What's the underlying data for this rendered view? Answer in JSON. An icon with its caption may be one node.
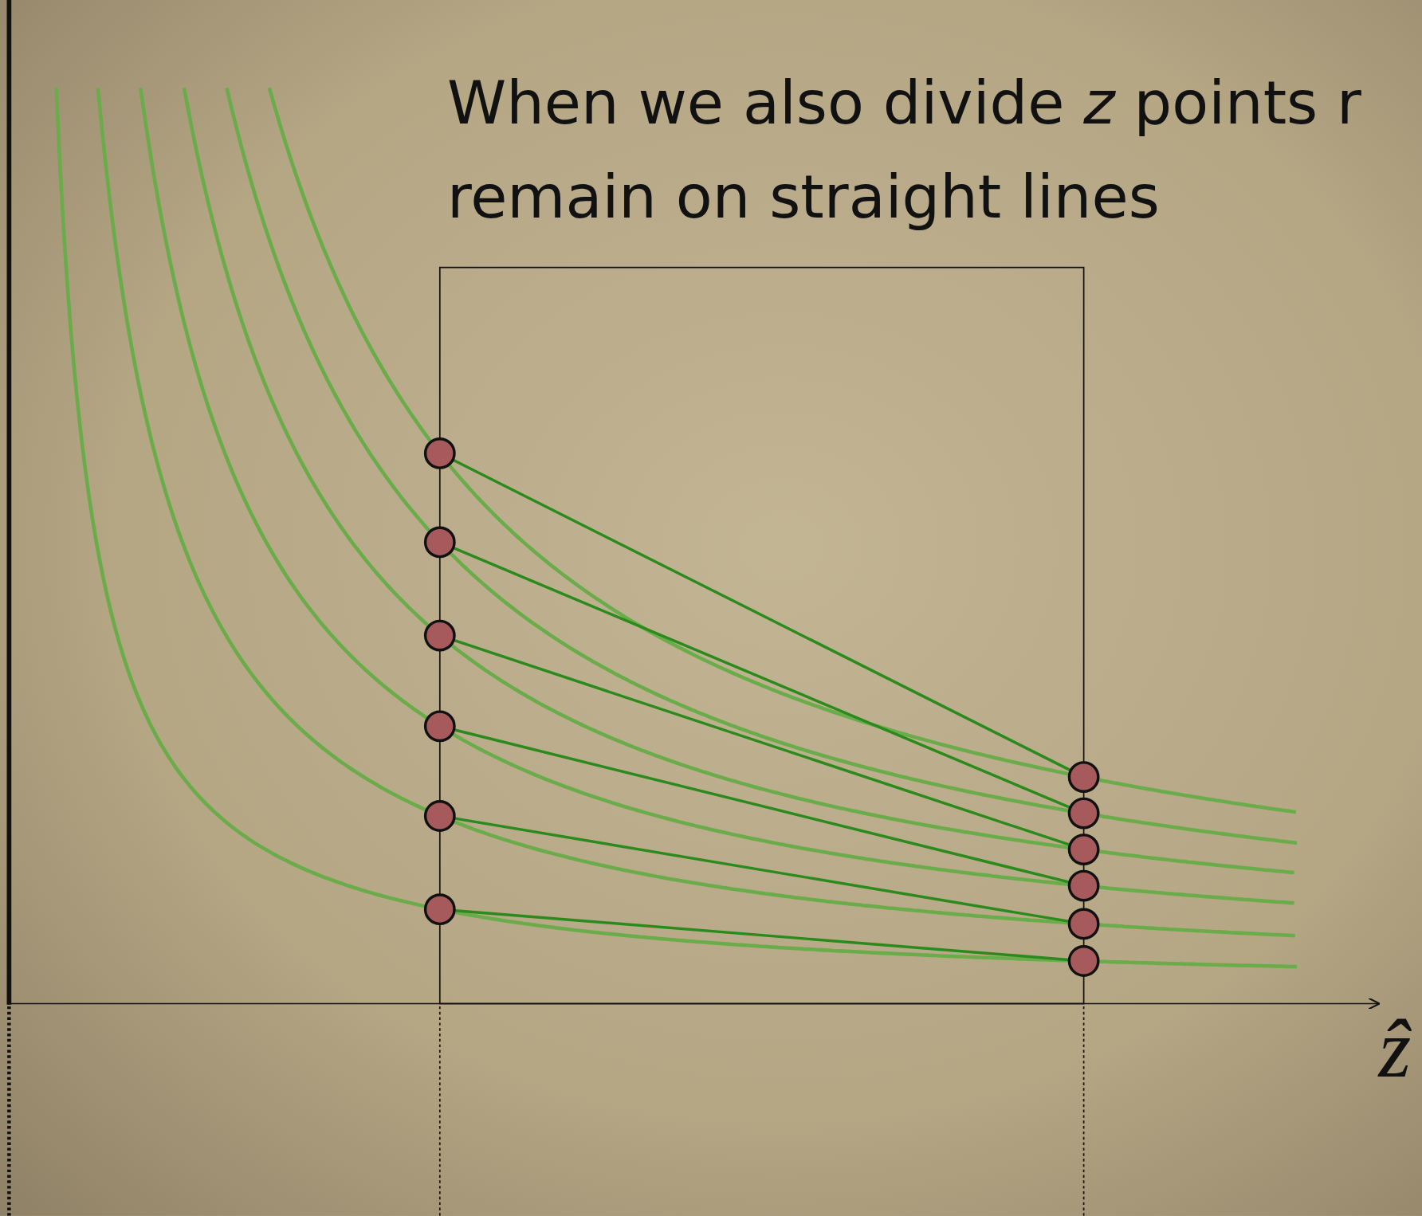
{
  "diagram": {
    "title": "When we also divide *z* points r remain on straight lines",
    "nodes": [
      {
        "text": [],
        "shape": "circle"
      },
      {
        "text": [],
        "shape": "circle"
      },
      {
        "text": [],
        "shape": "circle"
      },
      {
        "text": [],
        "shape": "circle"
      },
      {
        "text": [],
        "shape": "circle"
      },
      {
        "text": [],
        "shape": "circle"
      },
      {
        "text": [],
        "shape": "circle"
      },
      {
        "text": [],
        "shape": "circle"
      },
      {
        "text": [],
        "shape": "circle"
      },
      {
        "text": [],
        "shape": "circle"
      },
      {
        "text": [],
        "shape": "circle"
      },
      {
        "text": [],
        "shape": "circle"
      }
    ],
    "edges": [
      {
        "from": 0,
        "to": 6,
        "arrow": "none"
      },
      {
        "from": 1,
        "to": 7,
        "arrow": "none"
      },
      {
        "from": 2,
        "to": 8,
        "arrow": "none"
      },
      {
        "from": 3,
        "to": 9,
        "arrow": "none"
      },
      {
        "from": 4,
        "to": 10,
        "arrow": "none"
      },
      {
        "from": 5,
        "to": 11,
        "arrow": "none"
      }
    ],
    "labels": [
      "ẑ"
    ]
  }
}
